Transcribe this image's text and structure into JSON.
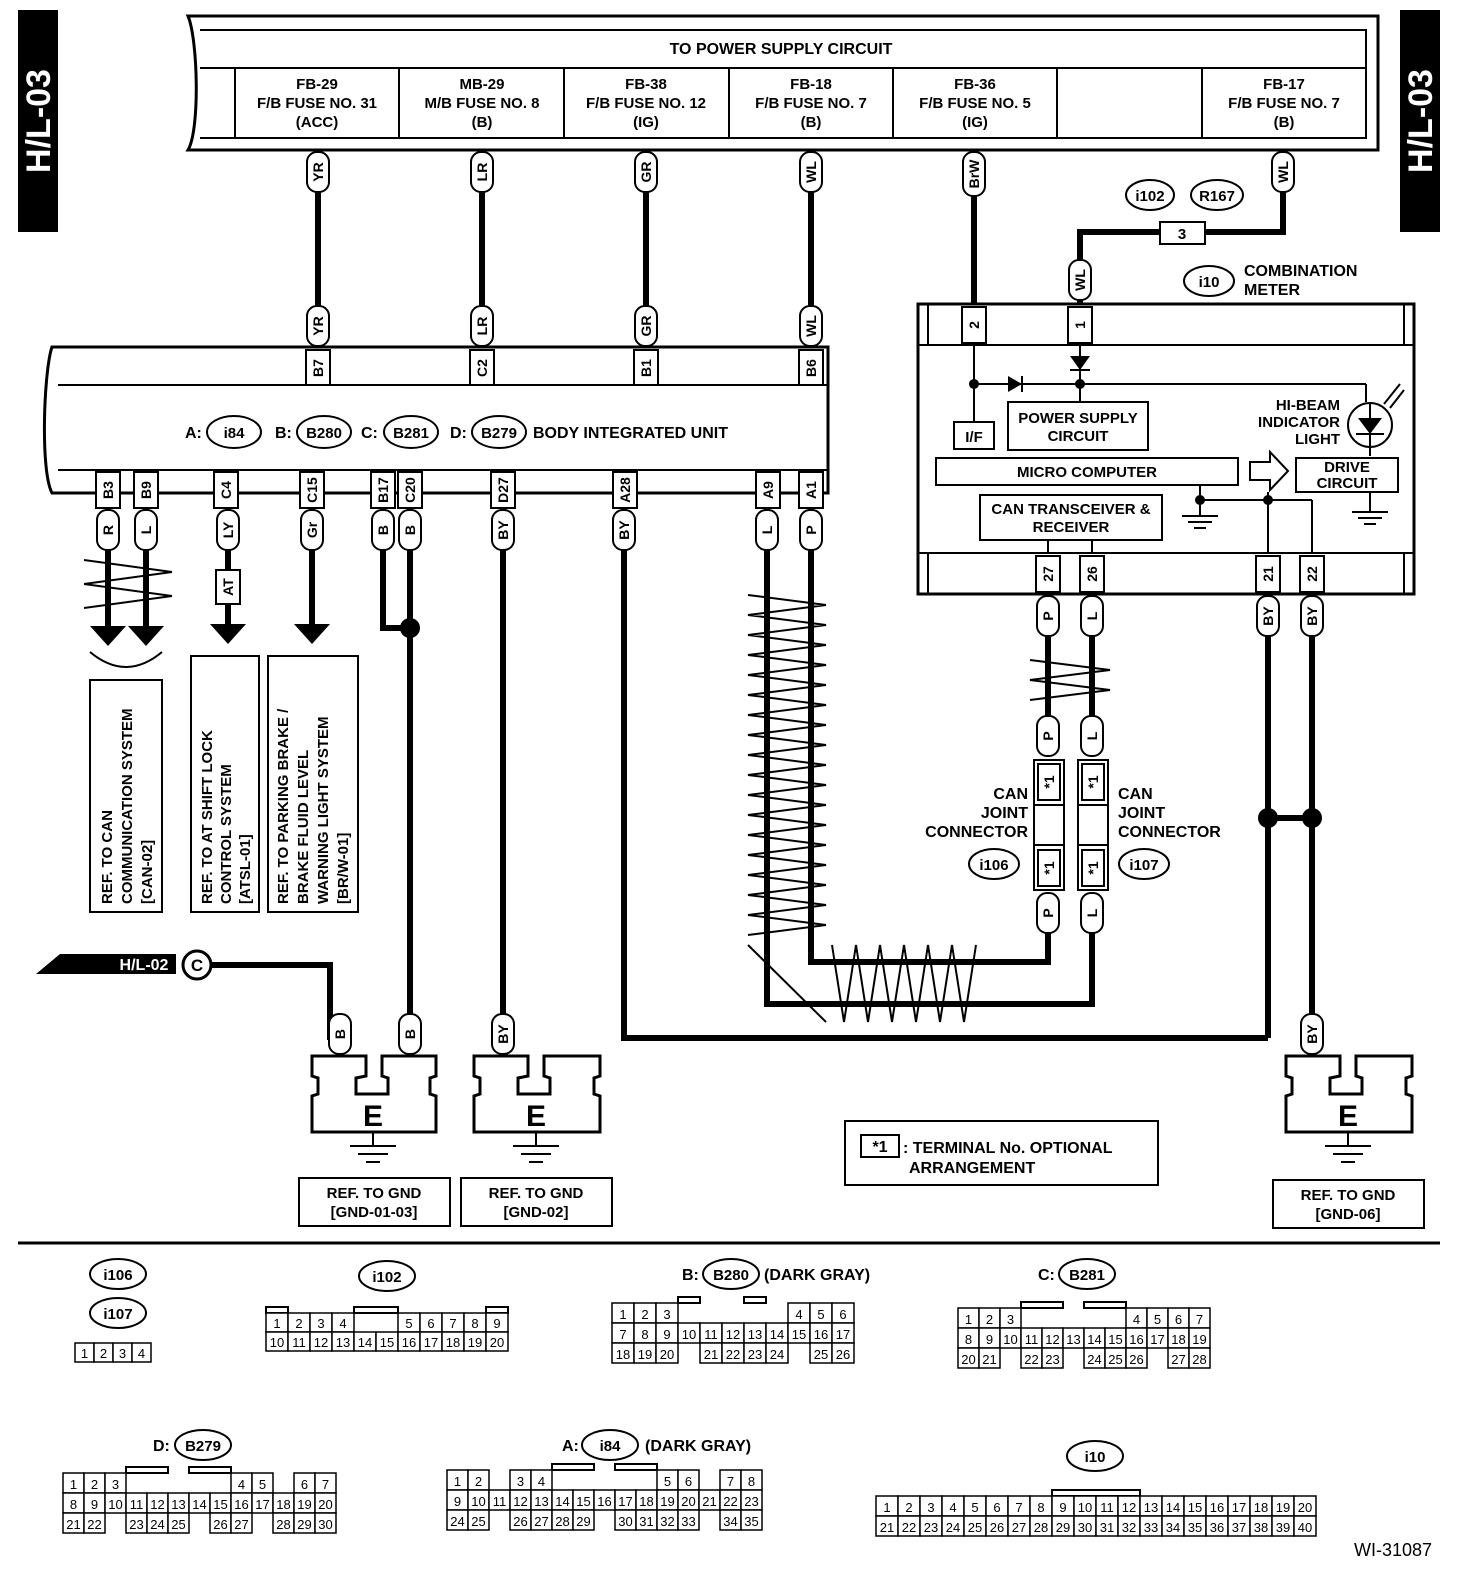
{
  "side_tabs": {
    "left": "H/L-03",
    "right": "H/L-03"
  },
  "power": {
    "title": "TO POWER SUPPLY CIRCUIT",
    "fuses": [
      {
        "id": "FB-29",
        "name": "F/B FUSE NO. 31",
        "type": "(ACC)"
      },
      {
        "id": "MB-29",
        "name": "M/B FUSE NO. 8",
        "type": "(B)"
      },
      {
        "id": "FB-38",
        "name": "F/B FUSE NO. 12",
        "type": "(IG)"
      },
      {
        "id": "FB-18",
        "name": "F/B FUSE NO. 7",
        "type": "(B)"
      },
      {
        "id": "FB-36",
        "name": "F/B FUSE NO. 5",
        "type": "(IG)"
      },
      {
        "id": "",
        "name": "",
        "type": ""
      },
      {
        "id": "FB-17",
        "name": "F/B FUSE NO. 7",
        "type": "(B)"
      }
    ]
  },
  "wires": {
    "yr": "YR",
    "lr": "LR",
    "gr_up": "GR",
    "wl": "WL",
    "brw": "BrW",
    "r": "R",
    "l": "L",
    "ly": "LY",
    "gr_low": "Gr",
    "b": "B",
    "by": "BY",
    "p": "P",
    "at": "AT"
  },
  "biu": {
    "title": "BODY INTEGRATED UNIT",
    "conn_a_prefix": "A:",
    "conn_a": "i84",
    "conn_b_prefix": "B:",
    "conn_b": "B280",
    "conn_c_prefix": "C:",
    "conn_c": "B281",
    "conn_d_prefix": "D:",
    "conn_d": "B279",
    "top_pins": [
      "B7",
      "C2",
      "B1",
      "B6"
    ],
    "bottom_pins": [
      "B3",
      "B9",
      "C4",
      "C15",
      "B17",
      "C20",
      "D27",
      "A28",
      "A9",
      "A1"
    ]
  },
  "meter": {
    "conn": "i10",
    "name_l1": "COMBINATION",
    "name_l2": "METER",
    "top_pins": [
      "2",
      "1"
    ],
    "bottom_pins": [
      "27",
      "26",
      "21",
      "22"
    ],
    "if_label": "I/F",
    "psc_l1": "POWER SUPPLY",
    "psc_l2": "CIRCUIT",
    "micro": "MICRO COMPUTER",
    "can_l1": "CAN TRANSCEIVER &",
    "can_l2": "RECEIVER",
    "hibeam_l1": "HI-BEAM",
    "hibeam_l2": "INDICATOR",
    "hibeam_l3": "LIGHT",
    "drive_l1": "DRIVE",
    "drive_l2": "CIRCUIT"
  },
  "joint": {
    "conn1": "i102",
    "conn2": "R167",
    "pin": "3"
  },
  "can_joint": {
    "left_l1": "CAN",
    "left_l2": "JOINT",
    "left_l3": "CONNECTOR",
    "right_l1": "CAN",
    "right_l2": "JOINT",
    "right_l3": "CONNECTOR",
    "conn_left": "i106",
    "conn_right": "i107",
    "star": "*1"
  },
  "refs": {
    "can_l1": "REF. TO CAN",
    "can_l2": "COMMUNICATION SYSTEM",
    "can_l3": "[CAN-02]",
    "atsl_l1": "REF. TO AT SHIFT LOCK",
    "atsl_l2": "CONTROL SYSTEM",
    "atsl_l3": "[ATSL-01]",
    "brw_l1": "REF. TO PARKING BRAKE /",
    "brw_l2": "BRAKE FLUID LEVEL",
    "brw_l3": "WARNING LIGHT SYSTEM",
    "brw_l4": "[BR/W-01]"
  },
  "hl02": {
    "label": "H/L-02",
    "circle": "C"
  },
  "grounds": {
    "e": "E",
    "g1_l1": "REF. TO GND",
    "g1_l2": "[GND-01-03]",
    "g2_l1": "REF. TO GND",
    "g2_l2": "[GND-02]",
    "g3_l1": "REF. TO GND",
    "g3_l2": "[GND-06]"
  },
  "note": {
    "star": "*1",
    "text_l1": ": TERMINAL No. OPTIONAL",
    "text_l2": "ARRANGEMENT"
  },
  "connectors": {
    "i106": "i106",
    "i107": "i107",
    "i102": "i102",
    "b280_prefix": "B:",
    "b280": "B280",
    "b280_note": "(DARK GRAY)",
    "c281_prefix": "C:",
    "c281": "B281",
    "d279_prefix": "D:",
    "d279": "B279",
    "a84_prefix": "A:",
    "a84": "i84",
    "a84_note": "(DARK GRAY)",
    "i10": "i10"
  },
  "code": "WI-31087"
}
